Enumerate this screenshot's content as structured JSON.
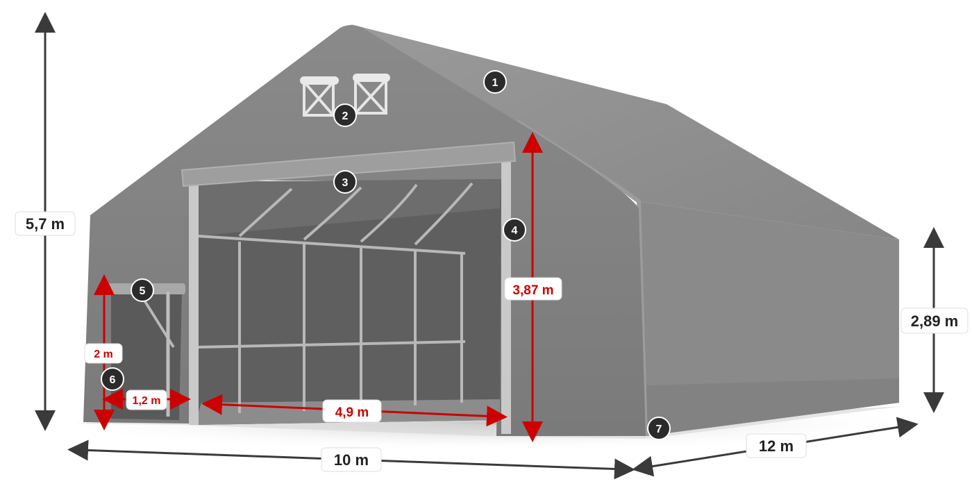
{
  "dimensions": {
    "total_height": "5,7 m",
    "side_wall_height": "2,89 m",
    "width": "10 m",
    "length": "12 m",
    "main_door_height": "3,87 m",
    "main_door_width": "4,9 m",
    "side_door_height": "2 m",
    "side_door_width": "1,2 m"
  },
  "markers": [
    "1",
    "2",
    "3",
    "4",
    "5",
    "6",
    "7"
  ],
  "colors": {
    "tent_gray": "#8e8e8e",
    "dimension_red": "#cc0000",
    "dimension_black": "#3a3a3a",
    "marker_fill": "#2b2b2b"
  }
}
